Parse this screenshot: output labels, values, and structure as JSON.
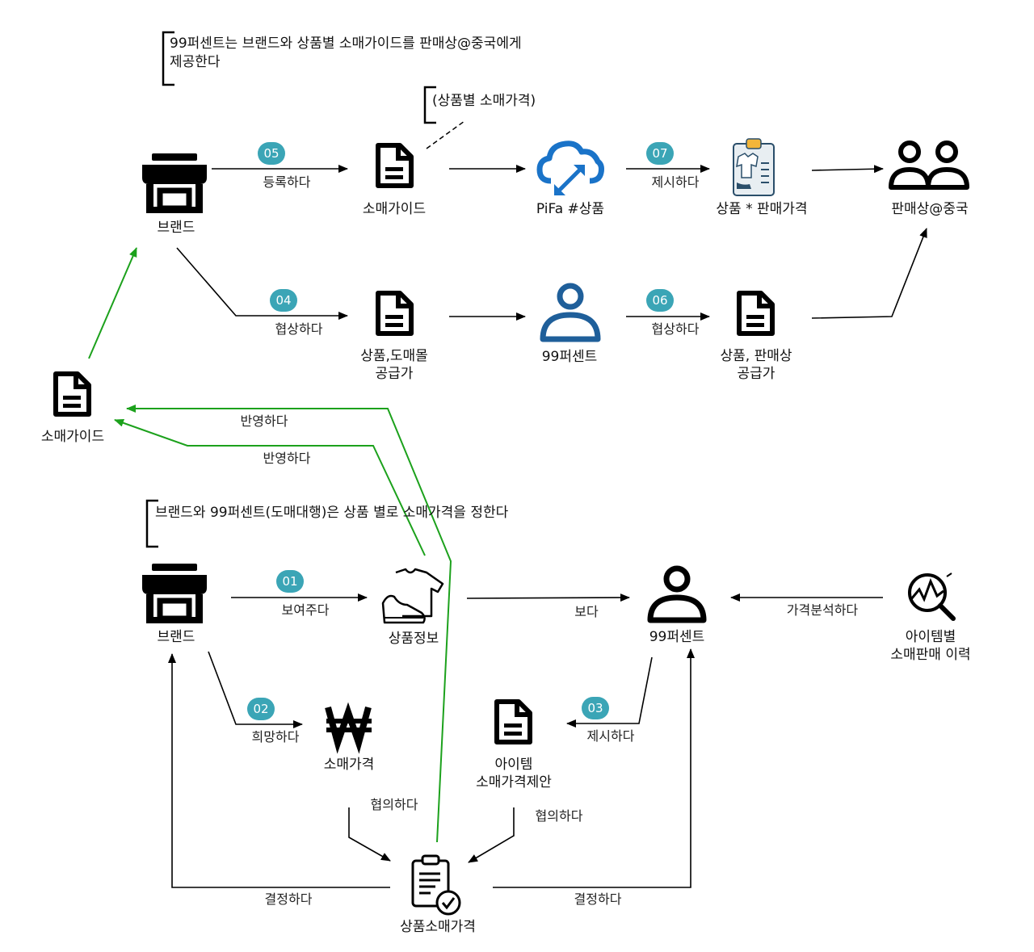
{
  "notes": {
    "top": "99퍼센트는 브랜드와 상품별 소매가이드를 판매상@중국에게\n제공한다",
    "retail_price_by_product": "(상품별 소매가격)",
    "bottom": "브랜드와 99퍼센트(도매대행)은 상품 별로 소매가격을 정한다"
  },
  "nodes": {
    "brand_top": "브랜드",
    "retail_guide_top": "소매가이드",
    "pifa_product": "PiFa #상품",
    "product_sale_price": "상품 * 판매가격",
    "seller_china": "판매상@중국",
    "wholesale_mall_price": "상품,도매몰\n공급가",
    "percent99_top": "99퍼센트",
    "seller_supply_price": "상품, 판매상\n공급가",
    "retail_guide_left": "소매가이드",
    "brand_bottom": "브랜드",
    "product_info": "상품정보",
    "percent99_bottom": "99퍼센트",
    "item_history": "아이템별\n소매판매 이력",
    "retail_price": "소매가격",
    "item_price_proposal": "아이템\n소매가격제안",
    "product_retail_price": "상품소매가격"
  },
  "edges": {
    "register": "등록하다",
    "present_top": "제시하다",
    "negotiate_top": "협상하다",
    "negotiate_top2": "협상하다",
    "reflect1": "반영하다",
    "reflect2": "반영하다",
    "show": "보여주다",
    "see": "보다",
    "analyze_price": "가격분석하다",
    "hope": "희망하다",
    "present_bottom": "제시하다",
    "consult1": "협의하다",
    "consult2": "협의하다",
    "decide1": "결정하다",
    "decide2": "결정하다"
  },
  "badges": {
    "b01": "01",
    "b02": "02",
    "b03": "03",
    "b04": "04",
    "b05": "05",
    "b06": "06",
    "b07": "07"
  },
  "icons": {
    "brand_top": "store-icon",
    "retail_guide_top": "document-icon",
    "pifa": "cloud-sync-icon",
    "clipboard_top": "clipboard-clothes-icon",
    "seller": "people-icon",
    "wholesale_doc": "document-icon",
    "person_top": "person-icon",
    "seller_doc": "document-icon",
    "guide_left": "document-icon",
    "brand_bottom": "store-icon",
    "product_info": "clothes-icon",
    "person_bottom": "person-icon",
    "history": "analytics-icon",
    "won": "won-icon",
    "proposal_doc": "document-icon",
    "approved": "clipboard-check-icon"
  },
  "colors": {
    "badge": "#3ba5b6",
    "feedback_line": "#1ca11c",
    "pifa_blue": "#1a73c8",
    "person_blue": "#1f5f9a",
    "line": "#000000"
  }
}
